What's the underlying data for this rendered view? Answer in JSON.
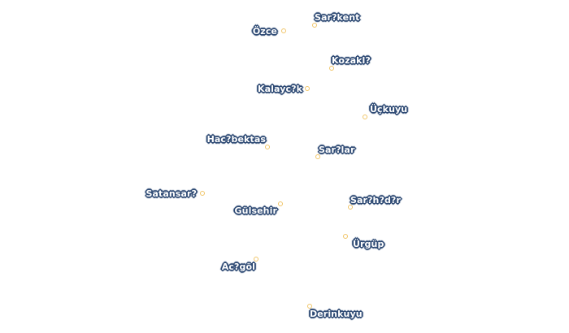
{
  "colors": {
    "marker_stroke": "#f0c568",
    "label_fill": "#ffffff",
    "label_halo": "#2e4a74",
    "background": "#ffffff"
  },
  "places": [
    {
      "id": "sarikent",
      "label": "Sar?kent"
    },
    {
      "id": "ozce",
      "label": "Özce"
    },
    {
      "id": "kozakli",
      "label": "Kozakl?"
    },
    {
      "id": "kalaycik",
      "label": "Kalayc?k"
    },
    {
      "id": "uckuyu",
      "label": "Üçkuyu"
    },
    {
      "id": "hacibektas",
      "label": "Hac?bektas"
    },
    {
      "id": "sarilar",
      "label": "Sar?lar"
    },
    {
      "id": "satansari",
      "label": "Satansar?"
    },
    {
      "id": "gulsehir",
      "label": "Gülsehir"
    },
    {
      "id": "sarihidir",
      "label": "Sar?h?d?r"
    },
    {
      "id": "urgup",
      "label": "Ürgüp"
    },
    {
      "id": "acigol",
      "label": "Ac?göl"
    },
    {
      "id": "derinkuyu",
      "label": "Derinkuyu"
    }
  ]
}
